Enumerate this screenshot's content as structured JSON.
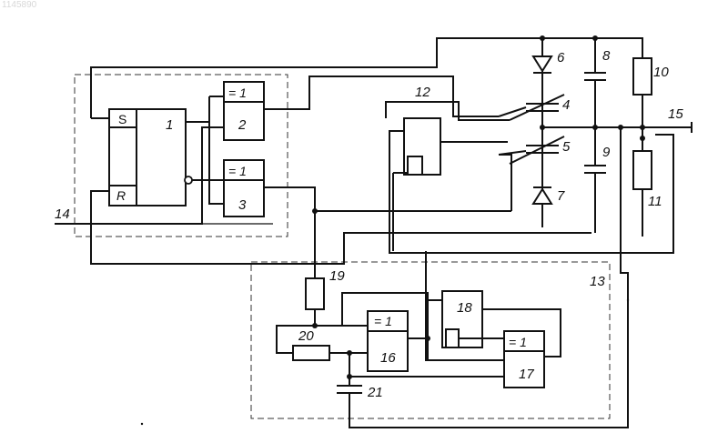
{
  "watermark": "1145890",
  "blocks": {
    "b1": {
      "number": "1",
      "inputs": [
        "S",
        "R"
      ]
    },
    "b2": {
      "number": "2",
      "function": "= 1"
    },
    "b3": {
      "number": "3",
      "function": "= 1"
    },
    "b12": {
      "number": "12"
    },
    "b13": {
      "number": "13"
    },
    "b16": {
      "number": "16",
      "function": "= 1"
    },
    "b17": {
      "number": "17",
      "function": "= 1"
    },
    "b18": {
      "number": "18"
    }
  },
  "components": {
    "varicap_4": "4",
    "varicap_5": "5",
    "diode_6": "6",
    "diode_7": "7",
    "capacitor_8": "8",
    "capacitor_9": "9",
    "resistor_10": "10",
    "resistor_11": "11",
    "resistor_19": "19",
    "resistor_20": "20",
    "capacitor_21": "21"
  },
  "terminals": {
    "t14": "14",
    "t15": "15"
  }
}
